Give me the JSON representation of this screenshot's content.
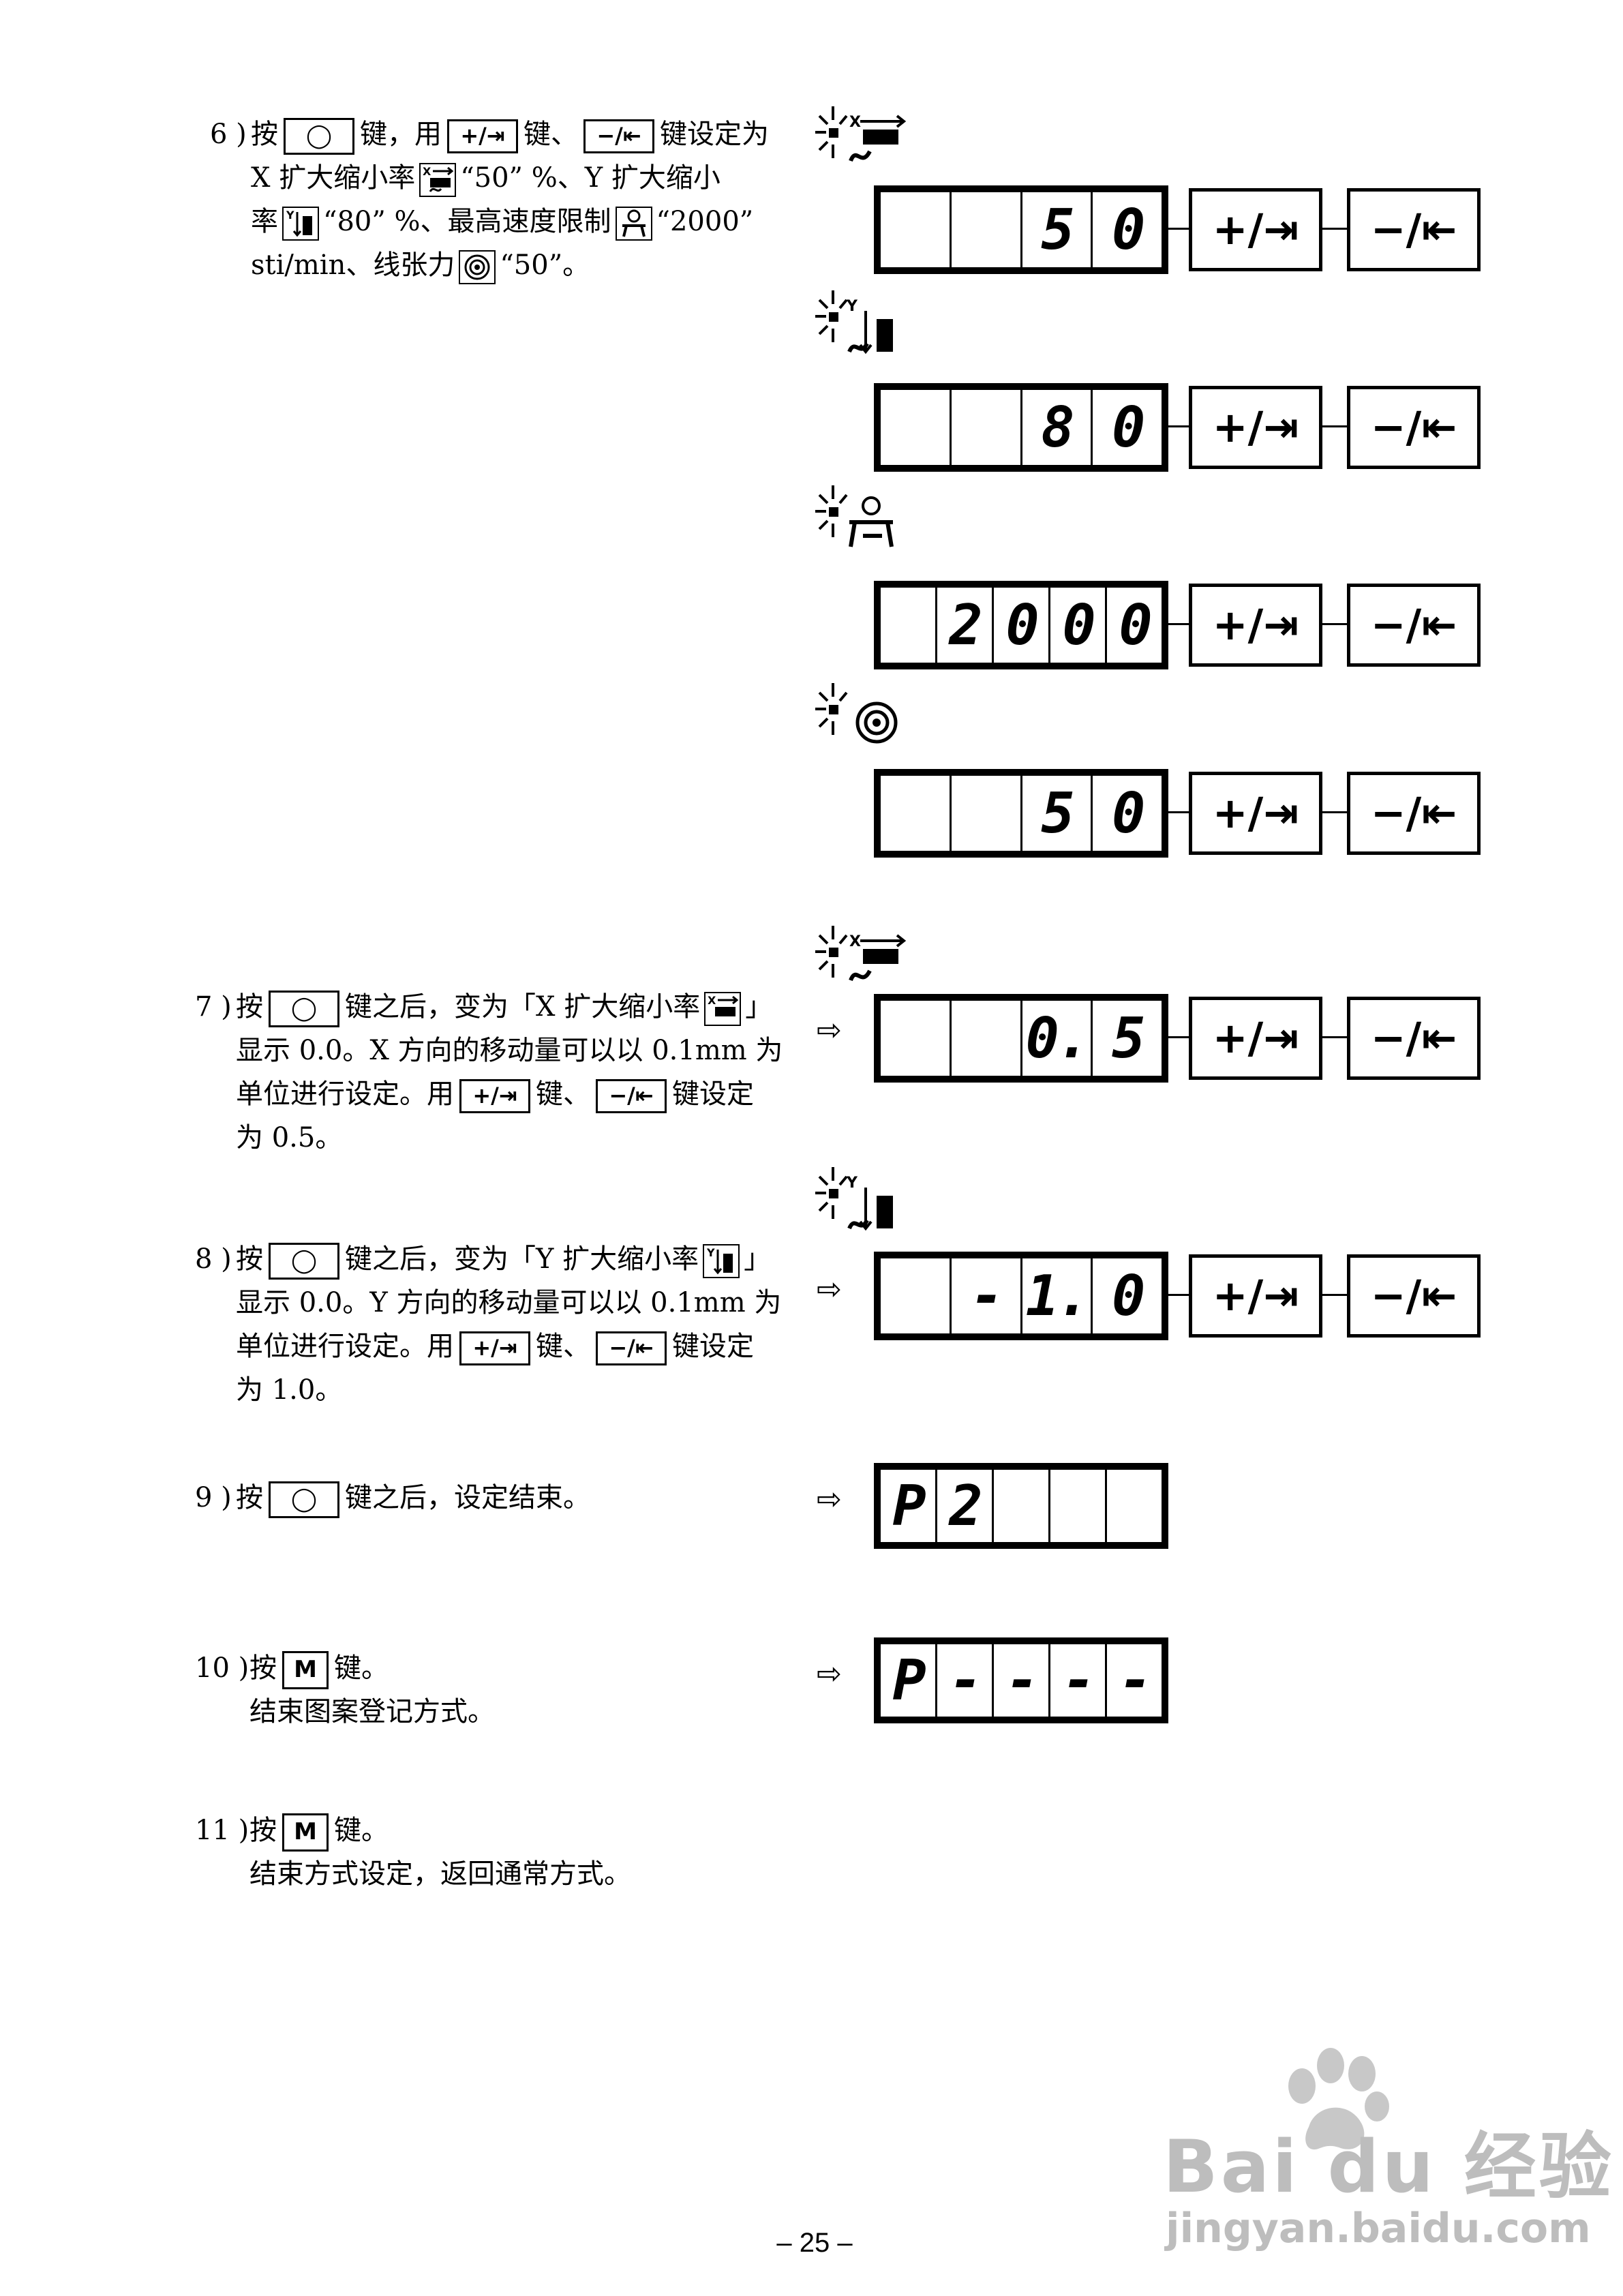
{
  "page_number": "– 25 –",
  "keys": {
    "cycle": "◯",
    "plus": "+/⇥",
    "minus": "−/⇤",
    "m": "M"
  },
  "steps": {
    "s6": {
      "num": "6 )",
      "l1_a": "按",
      "l1_b": "键，用",
      "l1_c": "键、",
      "l1_d": "键设定为",
      "l2_a": "X 扩大缩小率",
      "l2_b": "“50” %、Y 扩大缩小",
      "l3_a": "率",
      "l3_b": "“80” %、最高速度限制",
      "l3_c": "“2000”",
      "l4_a": "sti/min、线张力",
      "l4_b": "“50”。"
    },
    "s7": {
      "num": "7 )",
      "l1_a": "按",
      "l1_b": "键之后，变为「X 扩大缩小率",
      "l1_c": "」",
      "l2": "显示 0.0。X 方向的移动量可以以 0.1mm 为",
      "l3_a": "单位进行设定。用",
      "l3_b": "键、",
      "l3_c": "键设定",
      "l4": "为 0.5。"
    },
    "s8": {
      "num": "8 )",
      "l1_a": "按",
      "l1_b": "键之后，变为「Y 扩大缩小率",
      "l1_c": "」",
      "l2": "显示 0.0。Y 方向的移动量可以以 0.1mm 为",
      "l3_a": "单位进行设定。用",
      "l3_b": "键、",
      "l3_c": "键设定",
      "l4": "为 1.0。"
    },
    "s9": {
      "num": "9 )",
      "l1_a": "按",
      "l1_b": "键之后，设定结束。"
    },
    "s10": {
      "num": "10 )",
      "l1_a": "按",
      "l1_b": "键。",
      "l2": "结束图案登记方式。"
    },
    "s11": {
      "num": "11 )",
      "l1_a": "按",
      "l1_b": "键。",
      "l2": "结束方式设定，返回通常方式。"
    }
  },
  "displays": {
    "d1": [
      "",
      "",
      "5",
      "0"
    ],
    "d2": [
      "",
      "",
      "8",
      "0"
    ],
    "d3": [
      "",
      "2",
      "0",
      "0",
      "0"
    ],
    "d4": [
      "",
      "",
      "5",
      "0"
    ],
    "d5": [
      "",
      "",
      "0.",
      "5"
    ],
    "d6": [
      "",
      "-",
      "1.",
      "0"
    ],
    "d7": [
      "P",
      "2",
      "",
      "",
      ""
    ],
    "d8": [
      "P",
      "-",
      "-",
      "-",
      "-"
    ]
  },
  "arrow": "⇨",
  "icons": [
    "x-scale-icon",
    "y-scale-icon",
    "max-speed-icon",
    "thread-tension-icon"
  ],
  "watermark": {
    "brand": "Bai du 经验",
    "url": "jingyan.baidu.com"
  }
}
